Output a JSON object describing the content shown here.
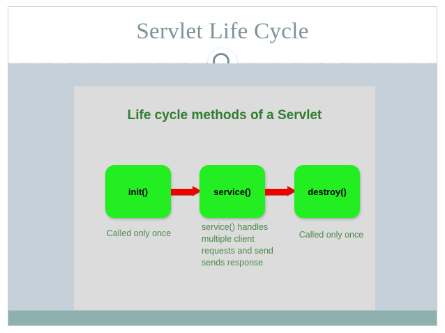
{
  "slide": {
    "title": "Servlet Life Cycle",
    "decor": {
      "ring_icon": "circle-ring-icon",
      "rule": "dotted-divider"
    },
    "theme": {
      "title_color": "#7f9199",
      "body_background": "#c5d0d9",
      "footer_bar_color": "#8eb0ae",
      "panel_background": "#dcdcdc",
      "node_fill": "#22ee22",
      "node_text_color": "#000000",
      "arrow_color": "#ee0000",
      "heading_color": "#2f7d2f",
      "caption_color": "#4c8a4c"
    }
  },
  "diagram": {
    "heading": "Life cycle methods of a Servlet",
    "nodes": [
      {
        "id": "init",
        "label": "init()"
      },
      {
        "id": "service",
        "label": "service()"
      },
      {
        "id": "destroy",
        "label": "destroy()"
      }
    ],
    "arrows": [
      {
        "from": "init",
        "to": "service"
      },
      {
        "from": "service",
        "to": "destroy"
      }
    ],
    "captions": [
      {
        "id": "init-caption",
        "text": "Called only once"
      },
      {
        "id": "service-caption",
        "text": "service() handles multiple client requests and send sends response"
      },
      {
        "id": "destroy-caption",
        "text": "Called only once"
      }
    ]
  }
}
